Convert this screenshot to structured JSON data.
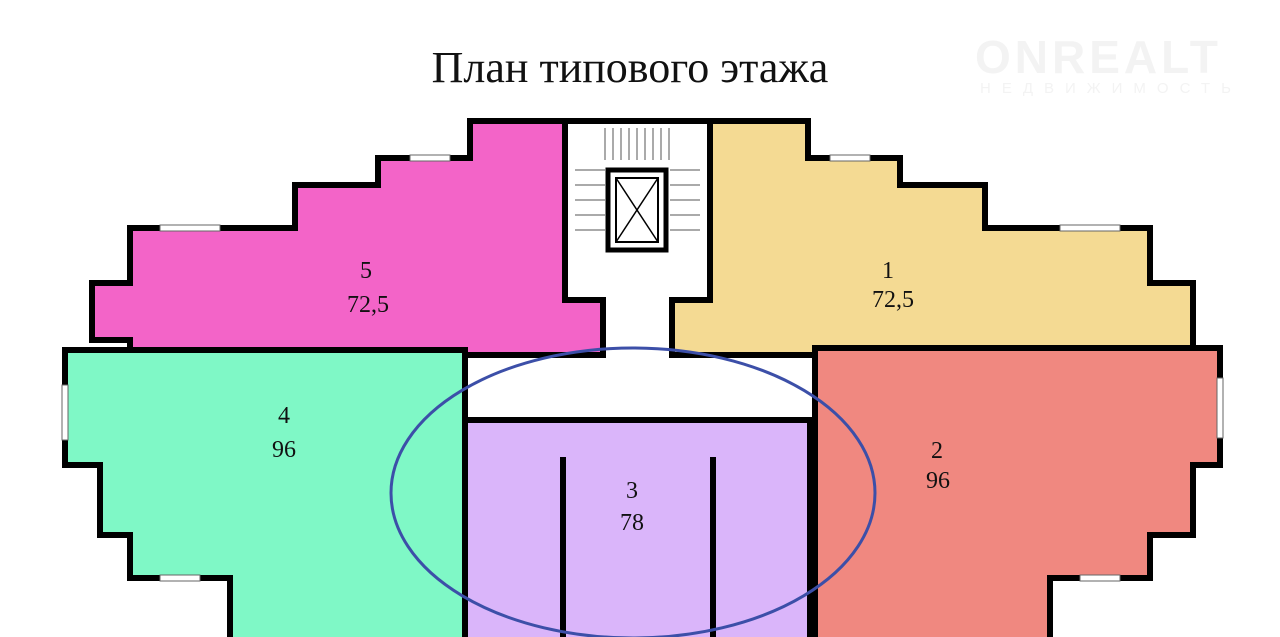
{
  "title": "План типового этажа",
  "watermark": {
    "brand": "ONREALT",
    "tagline": "НЕДВИЖИМОСТЬ"
  },
  "rooms": [
    {
      "number": "1",
      "area": "72,5",
      "color": "#f4da93"
    },
    {
      "number": "2",
      "area": "96",
      "color": "#f08880"
    },
    {
      "number": "3",
      "area": "78",
      "color": "#dab5fa"
    },
    {
      "number": "4",
      "area": "96",
      "color": "#7ff8c6"
    },
    {
      "number": "5",
      "area": "72,5",
      "color": "#f364c8"
    }
  ],
  "highlight_color": "#3c4fa8"
}
